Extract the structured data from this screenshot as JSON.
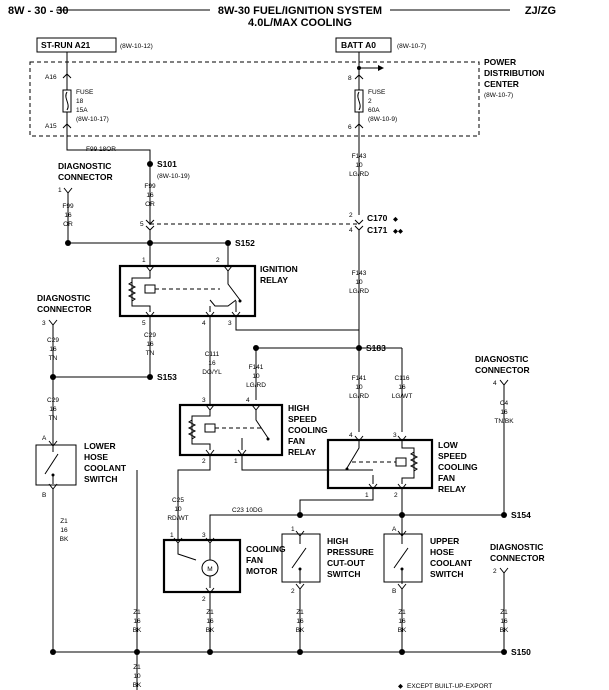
{
  "header": {
    "page_ref": "8W - 30 - 30",
    "title_line1": "8W-30 FUEL/IGNITION SYSTEM",
    "title_line2": "4.0L/MAX COOLING",
    "model": "ZJ/ZG"
  },
  "sources": {
    "st_run": {
      "label": "ST-RUN A21",
      "ref": "(8W-10-12)"
    },
    "batt": {
      "label": "BATT A0",
      "ref": "(8W-10-7)"
    }
  },
  "pdc": {
    "line1": "POWER",
    "line2": "DISTRIBUTION",
    "line3": "CENTER",
    "ref": "(8W-10-7)",
    "fuse18": {
      "word": "FUSE",
      "num": "18",
      "amp": "15A",
      "ref": "(8W-10-17)",
      "pin_in": "A16",
      "pin_out": "A15"
    },
    "fuse2": {
      "word": "FUSE",
      "num": "2",
      "amp": "60A",
      "ref": "(8W-10-9)",
      "pin_in": "8",
      "pin_out": "6"
    }
  },
  "wires": {
    "f99_top": "F99  18OR",
    "f99_s101": [
      "F99",
      "16",
      "OR"
    ],
    "f99_diag": [
      "F99",
      "16",
      "OR"
    ],
    "f143_top": [
      "F143",
      "10",
      "LG/RD"
    ],
    "f143_mid": [
      "F143",
      "10",
      "LG/RD"
    ],
    "c29_relay": [
      "C29",
      "16",
      "TN"
    ],
    "c29_diag": [
      "C29",
      "16",
      "TN"
    ],
    "c29_switch": [
      "C29",
      "16",
      "TN"
    ],
    "c111": [
      "C111",
      "16",
      "DG/YL"
    ],
    "f141_a": [
      "F141",
      "10",
      "LG/RD"
    ],
    "f141_b": [
      "F141",
      "10",
      "LG/RD"
    ],
    "c116": [
      "C116",
      "16",
      "LG/WT"
    ],
    "c4": [
      "C4",
      "16",
      "TN/BK"
    ],
    "c25": [
      "C25",
      "10",
      "RD/WT"
    ],
    "c23": "C23     10DG",
    "z1_lower": [
      "Z1",
      "16",
      "BK"
    ],
    "z1_a": [
      "Z1",
      "16",
      "BK"
    ],
    "z1_b": [
      "Z1",
      "16",
      "BK"
    ],
    "z1_c": [
      "Z1",
      "16",
      "BK"
    ],
    "z1_d": [
      "Z1",
      "16",
      "BK"
    ],
    "z1_e": [
      "Z1",
      "16",
      "BK"
    ],
    "z1_bottom": [
      "Z1",
      "10",
      "BK"
    ]
  },
  "splices": {
    "s101": "S101",
    "s101_ref": "(8W-10-19)",
    "s152": "S152",
    "s153": "S153",
    "s183": "S183",
    "s154": "S154",
    "s150": "S150",
    "c170": "C170",
    "c171": "C171"
  },
  "components": {
    "diag1": [
      "DIAGNOSTIC",
      "CONNECTOR"
    ],
    "diag2": [
      "DIAGNOSTIC",
      "CONNECTOR"
    ],
    "diag3": [
      "DIAGNOSTIC",
      "CONNECTOR"
    ],
    "diag4": [
      "DIAGNOSTIC",
      "CONNECTOR"
    ],
    "ign_relay": [
      "IGNITION",
      "RELAY"
    ],
    "hs_relay": [
      "HIGH",
      "SPEED",
      "COOLING",
      "FAN",
      "RELAY"
    ],
    "ls_relay": [
      "LOW",
      "SPEED",
      "COOLING",
      "FAN",
      "RELAY"
    ],
    "lower_switch": [
      "LOWER",
      "HOSE",
      "COOLANT",
      "SWITCH"
    ],
    "fan_motor": [
      "COOLING",
      "FAN",
      "MOTOR"
    ],
    "hp_switch": [
      "HIGH",
      "PRESSURE",
      "CUT-OUT",
      "SWITCH"
    ],
    "upper_switch": [
      "UPPER",
      "HOSE",
      "COOLANT",
      "SWITCH"
    ],
    "motor_symbol": "M"
  },
  "pins": {
    "one": "1",
    "two": "2",
    "three": "3",
    "four": "4",
    "five": "5",
    "A": "A",
    "B": "B"
  },
  "footnote": "EXCEPT BUILT-UP-EXPORT"
}
